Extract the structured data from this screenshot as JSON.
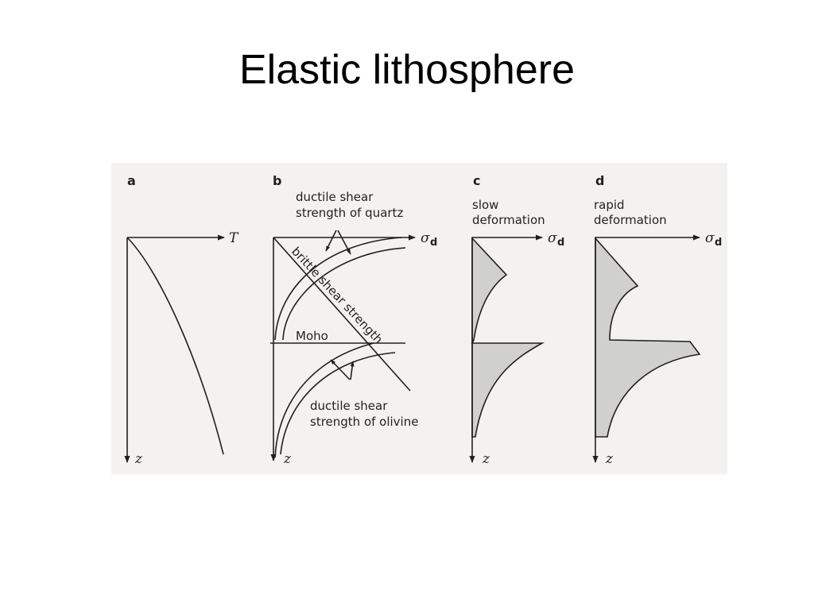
{
  "title": "Elastic lithosphere",
  "panels": {
    "a": {
      "letter": "a",
      "x_axis": "T",
      "y_axis": "z"
    },
    "b": {
      "letter": "b",
      "x_axis": "σ",
      "x_axis_sub": "d",
      "y_axis": "z",
      "label_quartz_1": "ductile shear",
      "label_quartz_2": "strength of quartz",
      "label_brittle": "brittle shear strength",
      "label_moho": "Moho",
      "label_olivine_1": "ductile shear",
      "label_olivine_2": "strength of olivine"
    },
    "c": {
      "letter": "c",
      "caption_1": "slow",
      "caption_2": "deformation",
      "x_axis": "σ",
      "x_axis_sub": "d",
      "y_axis": "z"
    },
    "d": {
      "letter": "d",
      "caption_1": "rapid",
      "caption_2": "deformation",
      "x_axis": "σ",
      "x_axis_sub": "d",
      "y_axis": "z"
    }
  },
  "colors": {
    "figure_background": "#f3f2f0",
    "line": "#231f20",
    "shaded_region": "#d0d0cf"
  }
}
